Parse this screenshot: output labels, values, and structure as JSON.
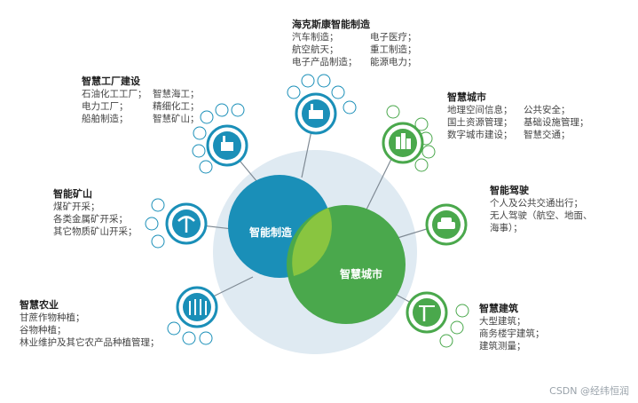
{
  "venn": {
    "left_label": "智能制造",
    "right_label": "智慧城市"
  },
  "colors": {
    "blue": "#1a8fb8",
    "green": "#4aa84c",
    "overlap": "#8cc63f",
    "halo": "#dfeaf2",
    "line": "#7f8a94"
  },
  "nodes": {
    "haikesi": {
      "title": "海克斯康智能制造",
      "rows": [
        [
          "汽车制造；",
          "电子医疗；"
        ],
        [
          "航空航天；",
          "重工制造；"
        ],
        [
          "电子产品制造；",
          "能源电力；"
        ]
      ]
    },
    "factory": {
      "title": "智慧工厂建设",
      "rows": [
        [
          "石油化工工厂；",
          "智慧海工；"
        ],
        [
          "电力工厂；",
          "精细化工；"
        ],
        [
          "船舶制造；",
          "智慧矿山；"
        ]
      ]
    },
    "mine": {
      "title": "智能矿山",
      "lines": [
        "煤矿开采；",
        "各类金属矿开采；",
        "其它物质矿山开采；"
      ]
    },
    "agri": {
      "title": "智慧农业",
      "lines": [
        "甘蔗作物种植；",
        "谷物种植；",
        "林业维护及其它农产品种植管理；"
      ]
    },
    "city": {
      "title": "智慧城市",
      "rows": [
        [
          "地理空间信息；",
          "公共安全；"
        ],
        [
          "国土资源管理；",
          "基础设施管理；"
        ],
        [
          "数字城市建设；",
          "智慧交通；"
        ]
      ]
    },
    "drive": {
      "title": "智能驾驶",
      "lines": [
        "个人及公共交通出行；",
        "无人驾驶（航空、地面、",
        "海事）；"
      ]
    },
    "build": {
      "title": "智慧建筑",
      "lines": [
        "大型建筑；",
        "商务楼宇建筑；",
        "建筑测量；"
      ]
    }
  },
  "watermark": "CSDN @经纬恒润"
}
